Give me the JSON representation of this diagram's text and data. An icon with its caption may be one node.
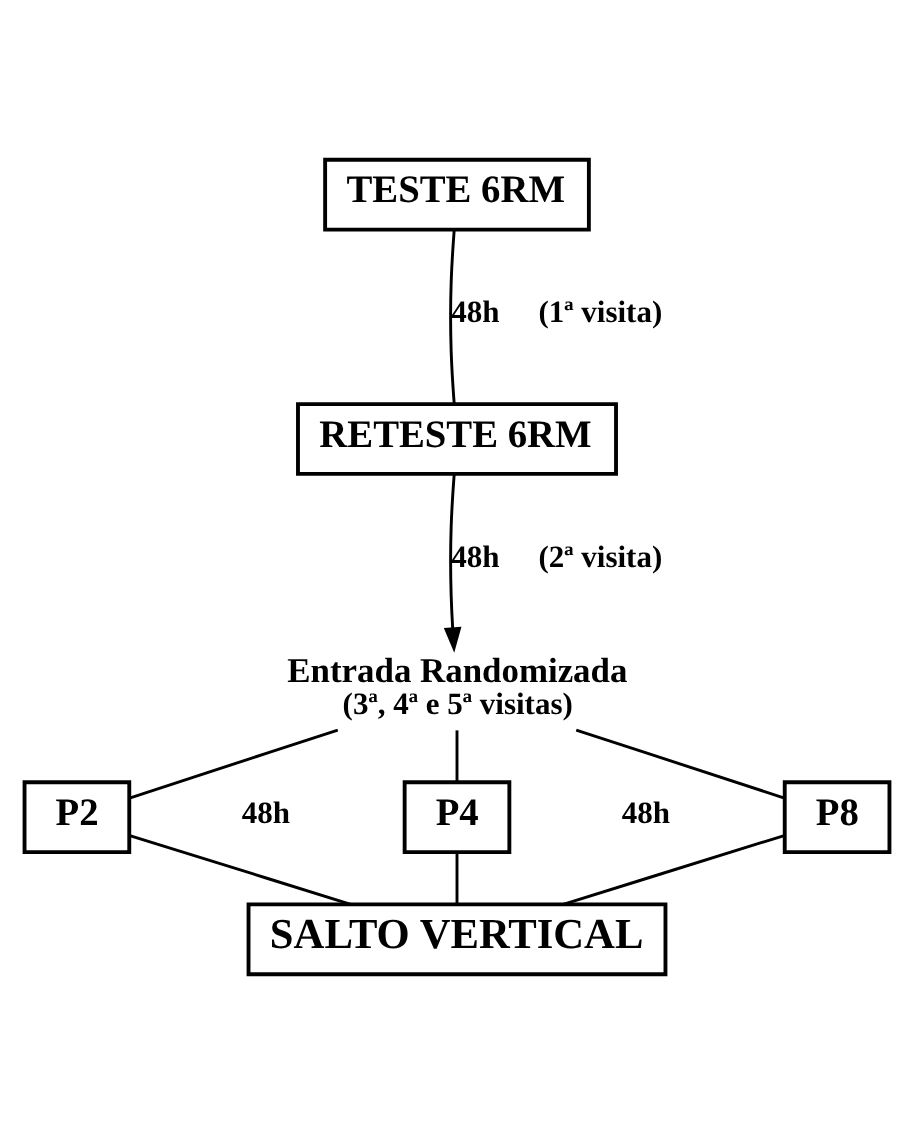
{
  "diagram": {
    "nodes": [
      {
        "text": [
          "TESTE 6RM"
        ]
      },
      {
        "text": [
          "RETESTE 6RM"
        ]
      },
      {
        "text": [
          "Entrada Randomizada",
          "(3ª, 4ª e 5ª visitas)"
        ]
      },
      {
        "text": [
          "P2"
        ]
      },
      {
        "text": [
          "P4"
        ]
      },
      {
        "text": [
          "P8"
        ]
      },
      {
        "text": [
          "SALTO VERTICAL"
        ]
      }
    ],
    "edges": [
      {
        "from": 0,
        "to": 1,
        "arrow": "none",
        "label": "48h"
      },
      {
        "from": 1,
        "to": 2,
        "arrow": "to",
        "label": "48h"
      },
      {
        "from": 2,
        "to": 3,
        "arrow": "none"
      },
      {
        "from": 2,
        "to": 4,
        "arrow": "none"
      },
      {
        "from": 2,
        "to": 5,
        "arrow": "none"
      },
      {
        "from": 3,
        "to": 6,
        "arrow": "none"
      },
      {
        "from": 4,
        "to": 6,
        "arrow": "none"
      },
      {
        "from": 5,
        "to": 6,
        "arrow": "none"
      }
    ],
    "labels": [
      "(1ª visita)",
      "(2ª visita)",
      "48h",
      "48h"
    ]
  }
}
